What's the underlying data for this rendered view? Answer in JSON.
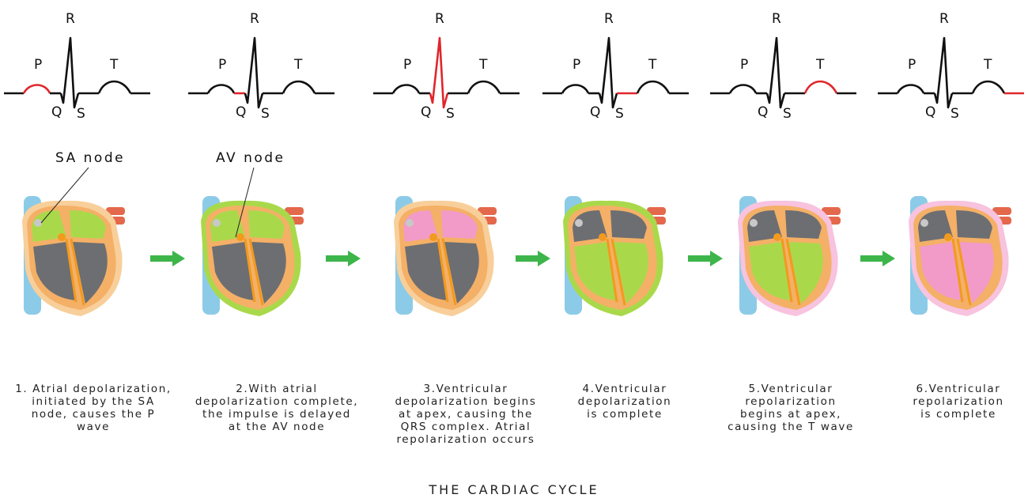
{
  "title": "THE CARDIAC CYCLE",
  "wave_labels": {
    "P": "P",
    "Q": "Q",
    "R": "R",
    "S": "S",
    "T": "T"
  },
  "node_labels": {
    "sa": "SA node",
    "av": "AV node"
  },
  "colors": {
    "highlight": "#e0262b",
    "arrow": "#3db54a",
    "depolarized": "#a9d94a",
    "repolarized": "#f29bc8",
    "chamber": "#6d6e71",
    "outline": "#f4b067"
  },
  "stages": [
    {
      "caption": "1. Atrial depolarization,\ninitiated by the SA\nnode, causes the P\nwave",
      "ecg_highlight": "P"
    },
    {
      "caption": "2.With atrial\ndepolarization complete,\nthe impulse is delayed\nat the AV node",
      "ecg_highlight": "PQ"
    },
    {
      "caption": "3.Ventricular\ndepolarization begins\nat apex, causing the\nQRS complex. Atrial\nrepolarization occurs",
      "ecg_highlight": "QRS"
    },
    {
      "caption": "4.Ventricular\ndepolarization\nis complete",
      "ecg_highlight": "ST"
    },
    {
      "caption": "5.Ventricular\nrepolarization\nbegins at apex,\ncausing the T wave",
      "ecg_highlight": "T"
    },
    {
      "caption": "6.Ventricular\nrepolarization\nis complete",
      "ecg_highlight": "end"
    }
  ]
}
